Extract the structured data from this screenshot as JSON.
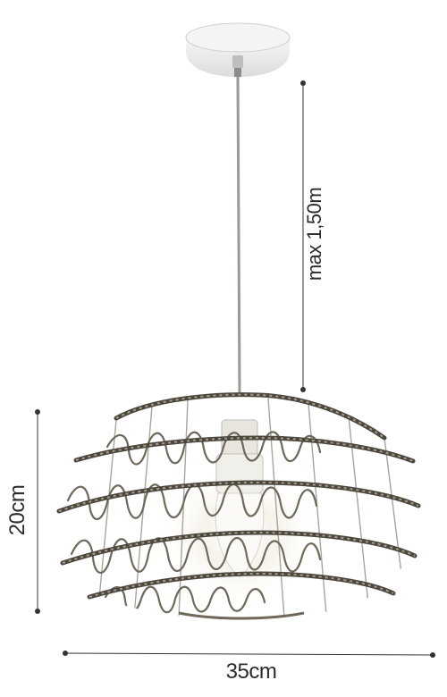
{
  "dimensions": {
    "cable_length": "max 1,50m",
    "height": "20cm",
    "width": "35cm"
  },
  "colors": {
    "background": "#ffffff",
    "dimension_line": "#333333",
    "canopy": "#f2f2f2",
    "cable": "#9a9a92",
    "rattan": "#7a7466",
    "bulb_glow": "#fffdf2"
  },
  "icons": {
    "product": "pendant-lamp-illustration"
  }
}
